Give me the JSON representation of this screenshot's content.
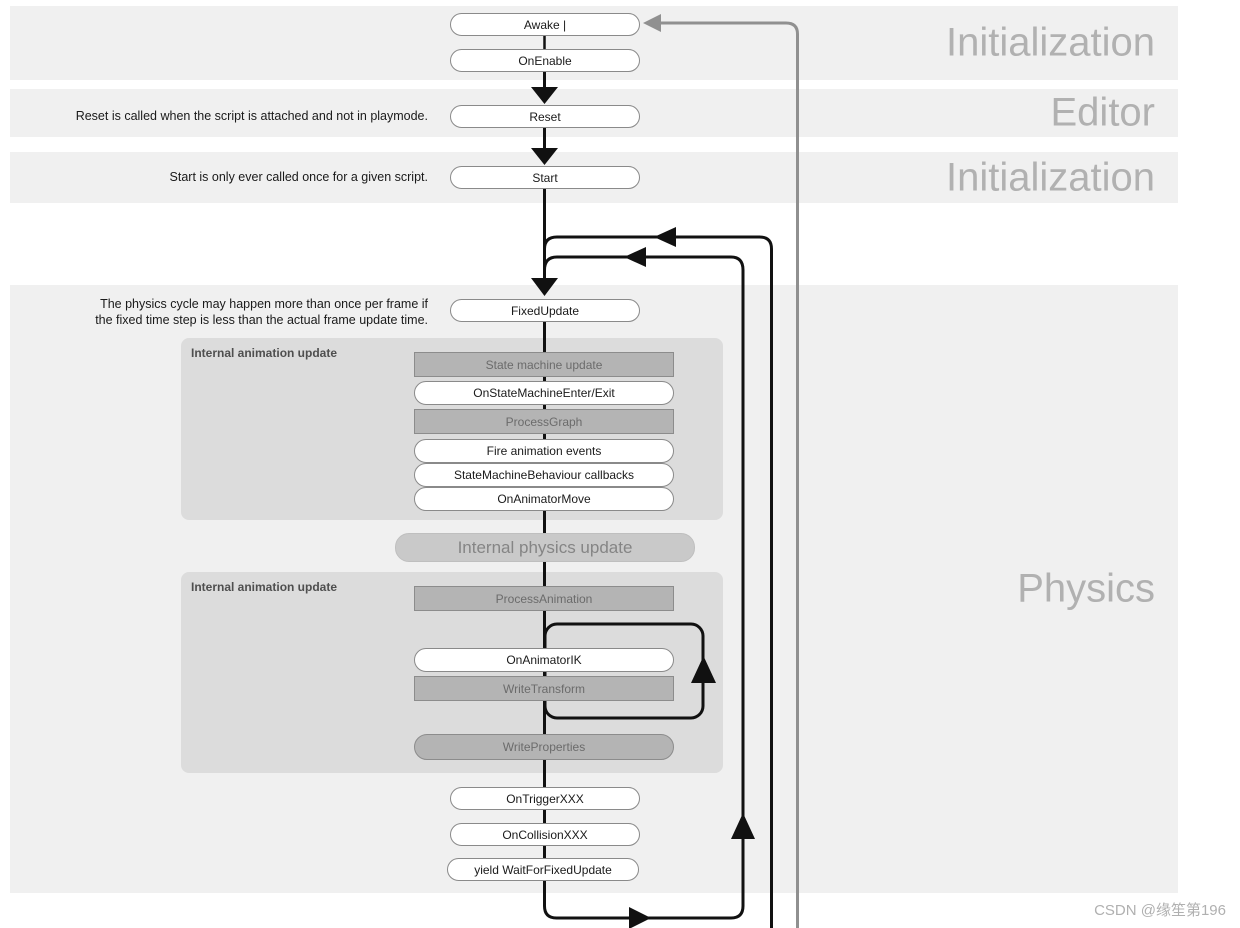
{
  "bands": [
    {
      "label": "Initialization"
    },
    {
      "label": "Editor"
    },
    {
      "label": "Initialization"
    },
    {
      "label": "Physics"
    }
  ],
  "groups": {
    "anim1": "Internal animation update",
    "anim2": "Internal animation update"
  },
  "nodes": {
    "awake": "Awake |",
    "onenable": "OnEnable",
    "reset": "Reset",
    "start": "Start",
    "fixedupdate": "FixedUpdate",
    "state_machine_update": "State machine update",
    "on_state_machine_enter_exit": "OnStateMachineEnter/Exit",
    "process_graph": "ProcessGraph",
    "fire_animation_events": "Fire animation events",
    "state_machine_behaviour_callbacks": "StateMachineBehaviour callbacks",
    "on_animator_move": "OnAnimatorMove",
    "internal_physics_update": "Internal physics update",
    "process_animation": "ProcessAnimation",
    "on_animator_ik": "OnAnimatorIK",
    "write_transform": "WriteTransform",
    "write_properties": "WriteProperties",
    "on_trigger_xxx": "OnTriggerXXX",
    "on_collision_xxx": "OnCollisionXXX",
    "yield_wait_for_fixed_update": "yield WaitForFixedUpdate"
  },
  "notes": {
    "reset": "Reset is called when the script is attached and not in playmode.",
    "start": "Start is only ever called once for a given script.",
    "physics_line1": "The physics cycle may happen more than once per frame if",
    "physics_line2": "the fixed time step is less than the actual frame update time."
  },
  "watermark": "CSDN @缘笙第196",
  "colors": {
    "band_background": "#f0f0f0",
    "group_background": "#dcdcdc",
    "gray_node_fill": "#b4b4b4",
    "node_border": "#8a8a8a",
    "flow_line": "#111111",
    "gray_loop_line": "#909090",
    "band_label_text": "#b1b1b1"
  }
}
